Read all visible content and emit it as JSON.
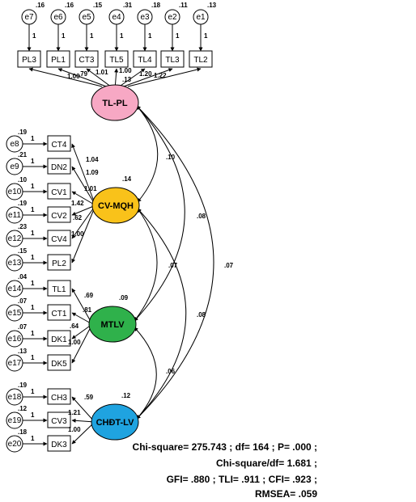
{
  "latents": {
    "tlpl": {
      "label": "TL-PL",
      "variance": "",
      "color": "#f7a8c4"
    },
    "cvmqh": {
      "label": "CV-MQH",
      "variance": ".14",
      "color": "#f9c21a"
    },
    "mtlv": {
      "label": "MTLV",
      "variance": ".09",
      "color": "#2fb14b"
    },
    "chdtlv": {
      "label": "CHĐT-LV",
      "variance": ".12",
      "color": "#1fa3e0"
    }
  },
  "top_indicators": [
    {
      "box": "PL3",
      "error": "e7",
      "err_var": ".16",
      "path": "1"
    },
    {
      "box": "PL1",
      "error": "e6",
      "err_var": ".16",
      "path": "1"
    },
    {
      "box": "CT3",
      "error": "e5",
      "err_var": ".15",
      "path": "1"
    },
    {
      "box": "TL5",
      "error": "e4",
      "err_var": ".31",
      "path": "1"
    },
    {
      "box": "TL4",
      "error": "e3",
      "err_var": ".18",
      "path": "1"
    },
    {
      "box": "TL3",
      "error": "e2",
      "err_var": ".11",
      "path": "1"
    },
    {
      "box": "TL2",
      "error": "e1",
      "err_var": ".13",
      "path": "1"
    }
  ],
  "top_loadings": [
    "1.00",
    ".79",
    "1.01",
    "1.00",
    ".13",
    "1.20",
    "1.22"
  ],
  "left_indicators": [
    {
      "box": "CT4",
      "error": "e8",
      "err_var": ".19",
      "path": "1",
      "loading": "1.04"
    },
    {
      "box": "DN2",
      "error": "e9",
      "err_var": ".21",
      "path": "1",
      "loading": "1.09"
    },
    {
      "box": "CV1",
      "error": "e10",
      "err_var": ".10",
      "path": "1",
      "loading": "1.01"
    },
    {
      "box": "CV2",
      "error": "e11",
      "err_var": ".19",
      "path": "1",
      "loading": "1.42"
    },
    {
      "box": "CV4",
      "error": "e12",
      "err_var": ".23",
      "path": "1",
      "loading": ".62"
    },
    {
      "box": "PL2",
      "error": "e13",
      "err_var": ".15",
      "path": "1",
      "loading": "1.00"
    },
    {
      "box": "TL1",
      "error": "e14",
      "err_var": ".04",
      "path": "1",
      "loading": ".69"
    },
    {
      "box": "CT1",
      "error": "e15",
      "err_var": ".07",
      "path": "1",
      "loading": ".81"
    },
    {
      "box": "DK1",
      "error": "e16",
      "err_var": ".07",
      "path": "1",
      "loading": ".64"
    },
    {
      "box": "DK5",
      "error": "e17",
      "err_var": ".13",
      "path": "1",
      "loading": "1.00"
    },
    {
      "box": "CH3",
      "error": "e18",
      "err_var": ".19",
      "path": "1",
      "loading": ".59"
    },
    {
      "box": "CV3",
      "error": "e19",
      "err_var": ".12",
      "path": "1",
      "loading": "1.21"
    },
    {
      "box": "DK3",
      "error": "e20",
      "err_var": ".18",
      "path": "1",
      "loading": "1.00"
    }
  ],
  "covariances": [
    ".10",
    ".08",
    ".07",
    ".07",
    ".08",
    ".06"
  ],
  "fit": {
    "line1": "Chi-square= 275.743 ; df= 164 ; P= .000 ;",
    "line2": "Chi-square/df= 1.681 ;",
    "line3": "GFI= .880 ; TLI= .911 ; CFI= .923 ;",
    "line4": "RMSEA= .059"
  }
}
